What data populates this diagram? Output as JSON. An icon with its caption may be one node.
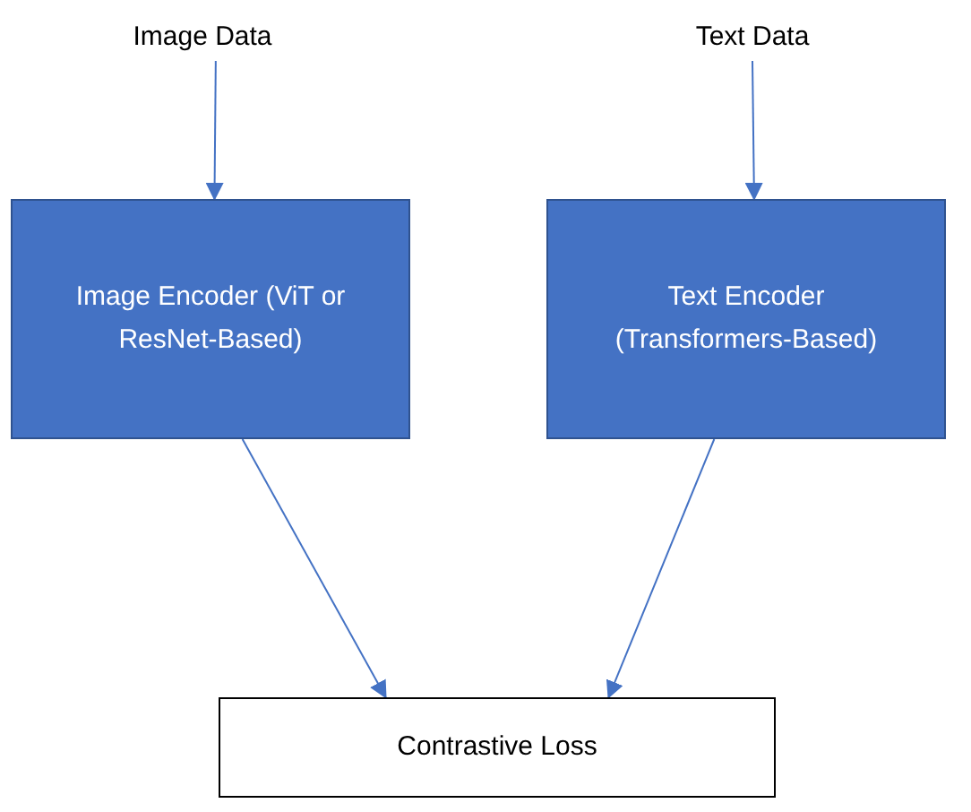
{
  "diagram": {
    "nodes": [
      {
        "text": [
          "Image Data"
        ]
      },
      {
        "text": [
          "Text Data"
        ]
      },
      {
        "text": [
          "Image Encoder (ViT or ResNet-Based)"
        ]
      },
      {
        "text": [
          "Text Encoder (Transformers-Based)"
        ]
      },
      {
        "text": [
          "Contrastive Loss"
        ]
      }
    ],
    "edges": [
      {
        "from": 0,
        "to": 2,
        "arrow": "to"
      },
      {
        "from": 1,
        "to": 3,
        "arrow": "to"
      },
      {
        "from": 2,
        "to": 4,
        "arrow": "to"
      },
      {
        "from": 3,
        "to": 4,
        "arrow": "to"
      }
    ]
  }
}
